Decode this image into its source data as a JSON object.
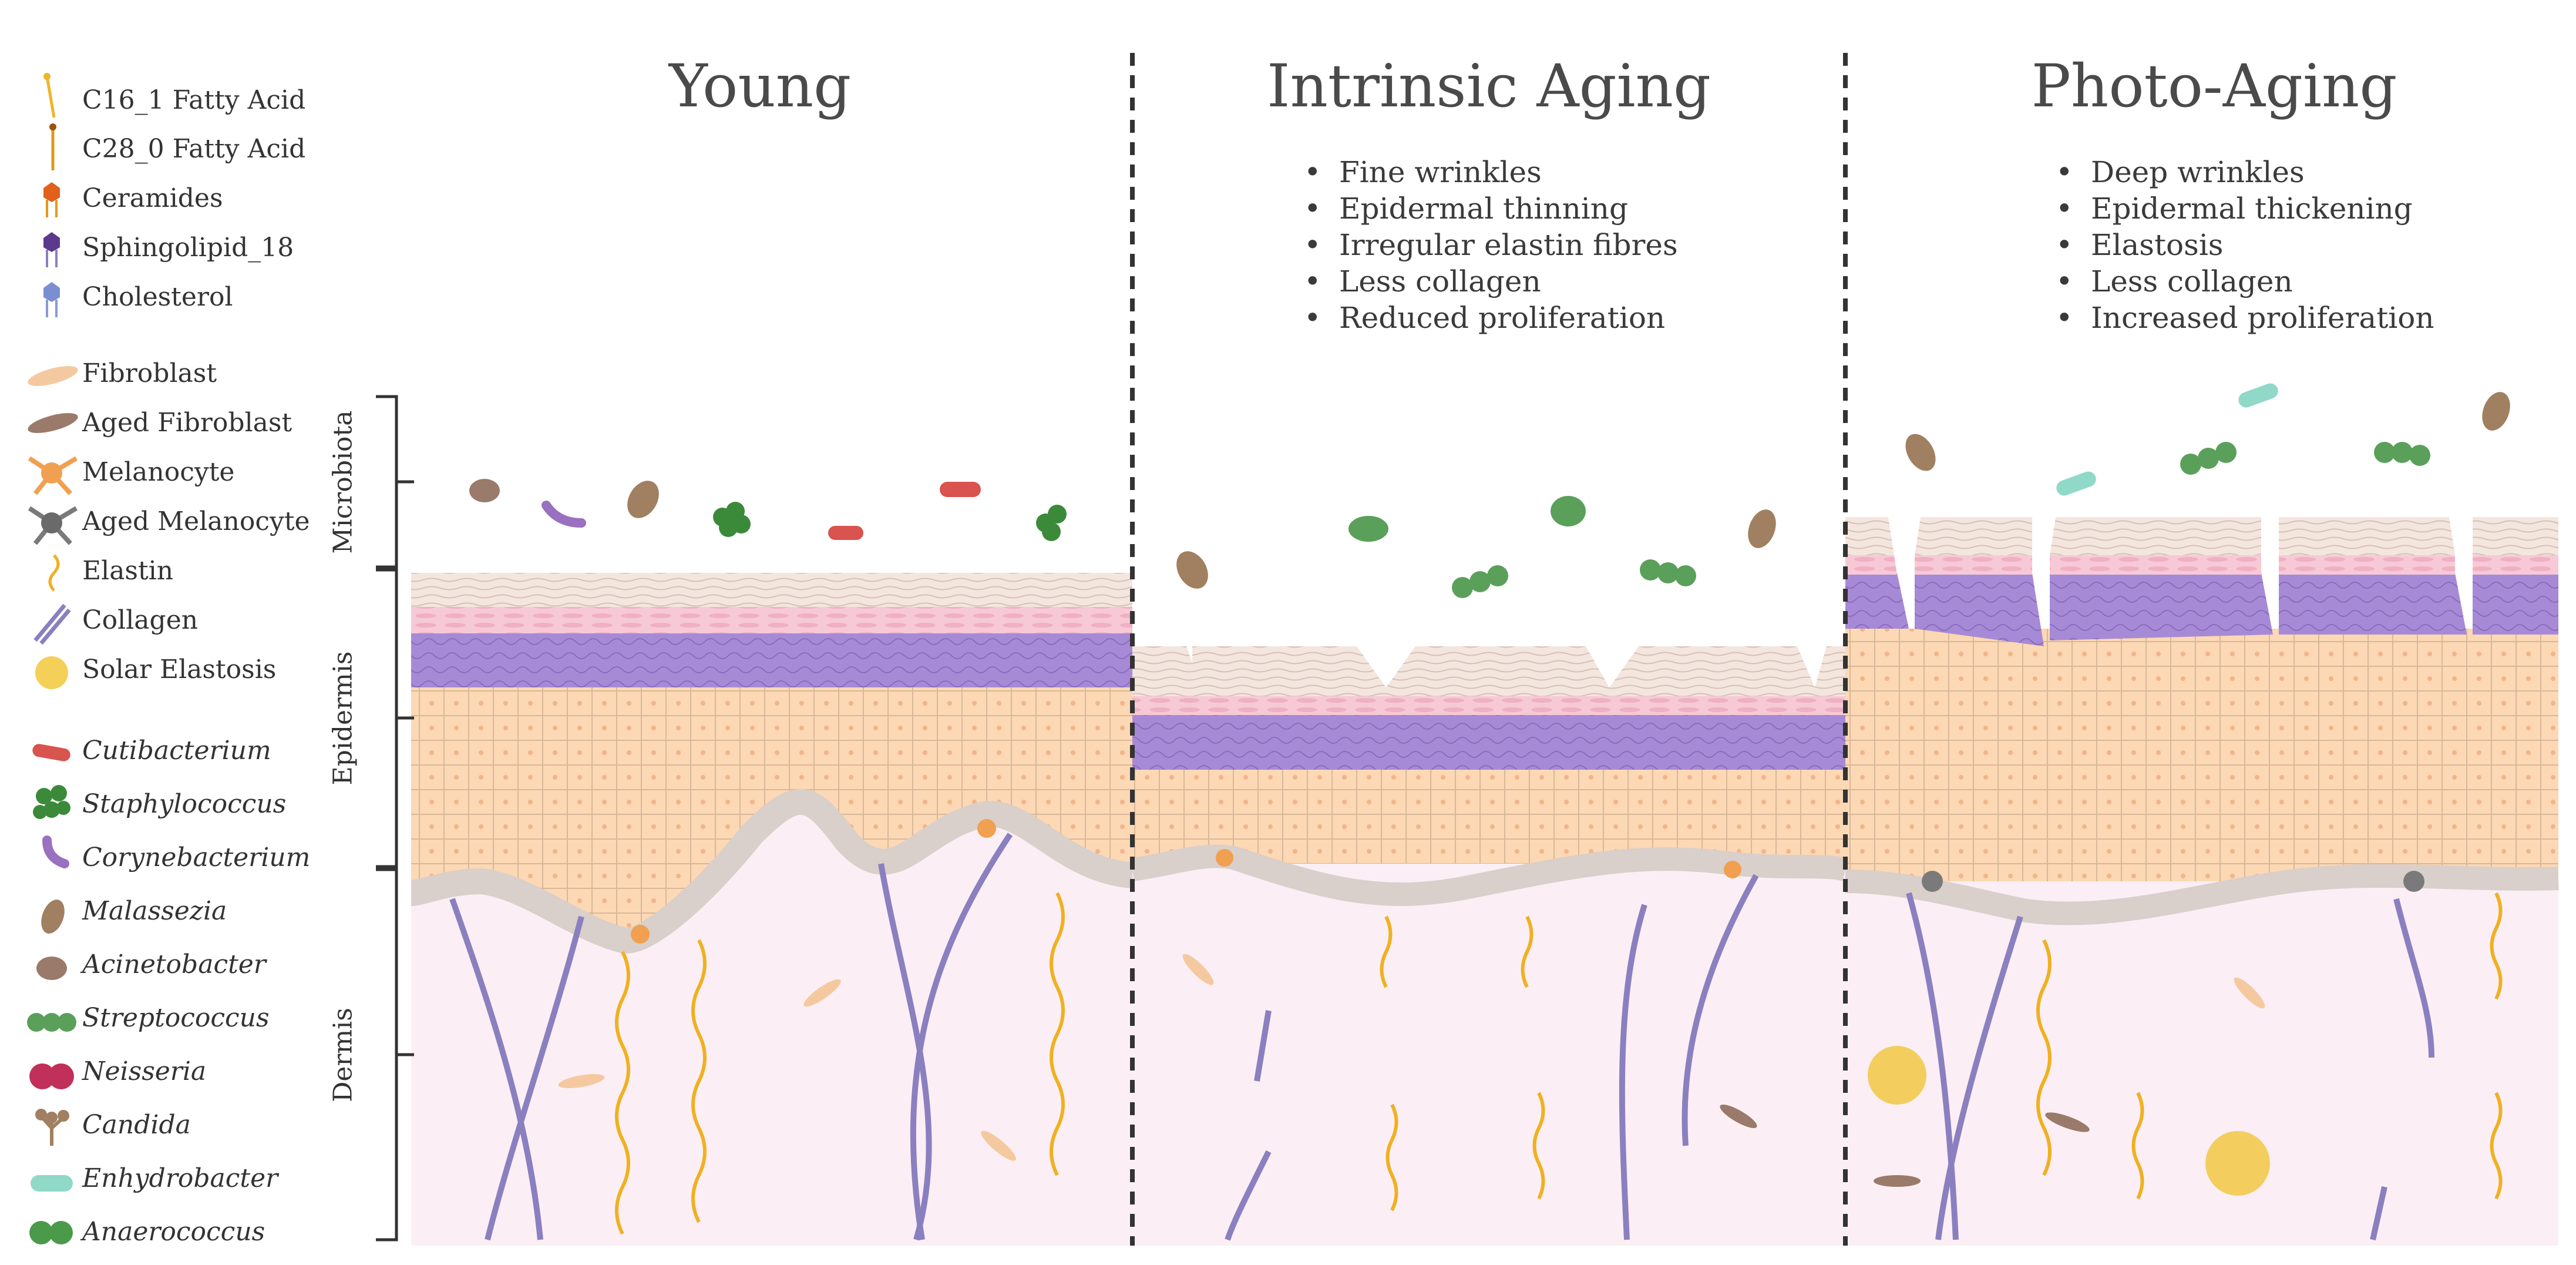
{
  "panels": [
    {
      "title": "Young",
      "bullets": []
    },
    {
      "title": "Intrinsic Aging",
      "bullets": [
        "Fine wrinkles",
        "Epidermal thinning",
        "Irregular elastin fibres",
        "Less collagen",
        "Reduced proliferation"
      ]
    },
    {
      "title": "Photo-Aging",
      "bullets": [
        "Deep wrinkles",
        "Epidermal thickening",
        "Elastosis",
        "Less collagen",
        "Increased proliferation"
      ]
    }
  ],
  "layers": [
    "Microbiota",
    "Epidermis",
    "Dermis"
  ],
  "legend": {
    "lipids": [
      {
        "label": "C16_1 Fatty Acid",
        "icon": "c16-fatty-acid-icon",
        "color": "#f0b429"
      },
      {
        "label": "C28_0 Fatty Acid",
        "icon": "c28-fatty-acid-icon",
        "color": "#e09a1a"
      },
      {
        "label": "Ceramides",
        "icon": "ceramide-icon",
        "color": "#e0601c"
      },
      {
        "label": "Sphingolipid_18",
        "icon": "sphingolipid-icon",
        "color": "#5b3a8c"
      },
      {
        "label": "Cholesterol",
        "icon": "cholesterol-icon",
        "color": "#7a8fd0"
      }
    ],
    "cells": [
      {
        "label": "Fibroblast",
        "icon": "fibroblast-icon",
        "color": "#f5c9a0"
      },
      {
        "label": "Aged Fibroblast",
        "icon": "aged-fibroblast-icon",
        "color": "#9a7a6a"
      },
      {
        "label": "Melanocyte",
        "icon": "melanocyte-icon",
        "color": "#f0a050"
      },
      {
        "label": "Aged Melanocyte",
        "icon": "aged-melanocyte-icon",
        "color": "#7a7a7a"
      },
      {
        "label": "Elastin",
        "icon": "elastin-icon",
        "color": "#f0b020"
      },
      {
        "label": "Collagen",
        "icon": "collagen-icon",
        "color": "#8a80c0"
      },
      {
        "label": "Solar Elastosis",
        "icon": "solar-elastosis-icon",
        "color": "#f0c020"
      }
    ],
    "microbes": [
      {
        "label": "Cutibacterium",
        "icon": "cutibacterium-icon",
        "color": "#d9534f"
      },
      {
        "label": "Staphylococcus",
        "icon": "staphylococcus-icon",
        "color": "#3a8a3a"
      },
      {
        "label": "Corynebacterium",
        "icon": "corynebacterium-icon",
        "color": "#9a70c0"
      },
      {
        "label": "Malassezia",
        "icon": "malassezia-icon",
        "color": "#a08060"
      },
      {
        "label": "Acinetobacter",
        "icon": "acinetobacter-icon",
        "color": "#9a7a6a"
      },
      {
        "label": "Streptococcus",
        "icon": "streptococcus-icon",
        "color": "#5aa05a"
      },
      {
        "label": "Neisseria",
        "icon": "neisseria-icon",
        "color": "#c0305a"
      },
      {
        "label": "Candida",
        "icon": "candida-icon",
        "color": "#a08060"
      },
      {
        "label": "Enhydrobacter",
        "icon": "enhydrobacter-icon",
        "color": "#90d8c8"
      },
      {
        "label": "Anaerococcus",
        "icon": "anaerococcus-icon",
        "color": "#4a9a4a"
      }
    ]
  },
  "colors": {
    "stratum_corneum": "#f3e6df",
    "granulosum": "#f7c9d6",
    "spinosum_purple": "#a78ad6",
    "basal_orange": "#fcd8b4",
    "basal_cell_grey": "#d9cfcb",
    "dermis": "#fbeff5",
    "divider": "#333333"
  }
}
